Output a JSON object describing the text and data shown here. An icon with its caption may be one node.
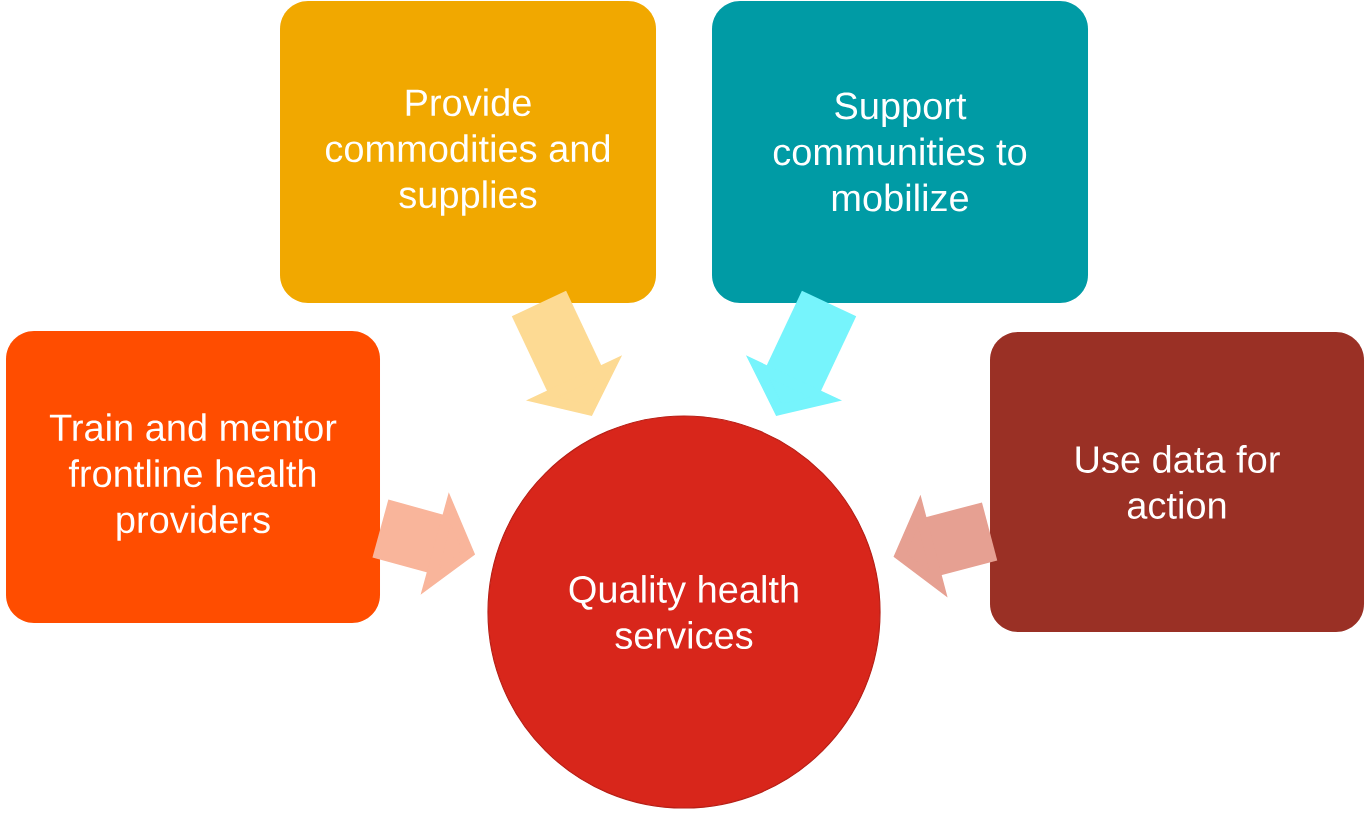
{
  "diagram": {
    "nodes": [
      {
        "text": [
          "Provide commodities and supplies"
        ]
      },
      {
        "text": [
          "Support communities to mobilize"
        ]
      },
      {
        "text": [
          "Train and mentor frontline health providers"
        ]
      },
      {
        "text": [
          "Use data for action"
        ]
      },
      {
        "text": [
          "Quality health services"
        ]
      }
    ],
    "edges": [
      {
        "from": 0,
        "to": 4,
        "arrow": "to",
        "color": "#fdda93"
      },
      {
        "from": 1,
        "to": 4,
        "arrow": "to",
        "color": "#76f4fc"
      },
      {
        "from": 2,
        "to": 4,
        "arrow": "to",
        "color": "#f9b59b"
      },
      {
        "from": 3,
        "to": 4,
        "arrow": "to",
        "color": "#e6a092"
      }
    ]
  }
}
